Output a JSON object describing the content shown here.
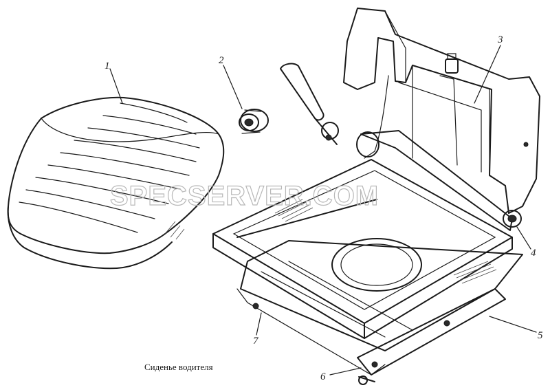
{
  "caption": "Сиденье водителя",
  "watermark": "SPECSERVER.COM",
  "callouts": [
    {
      "id": "1",
      "label": "1"
    },
    {
      "id": "2",
      "label": "2"
    },
    {
      "id": "3",
      "label": "3"
    },
    {
      "id": "4",
      "label": "4"
    },
    {
      "id": "5",
      "label": "5"
    },
    {
      "id": "6",
      "label": "6"
    },
    {
      "id": "7",
      "label": "7"
    }
  ]
}
